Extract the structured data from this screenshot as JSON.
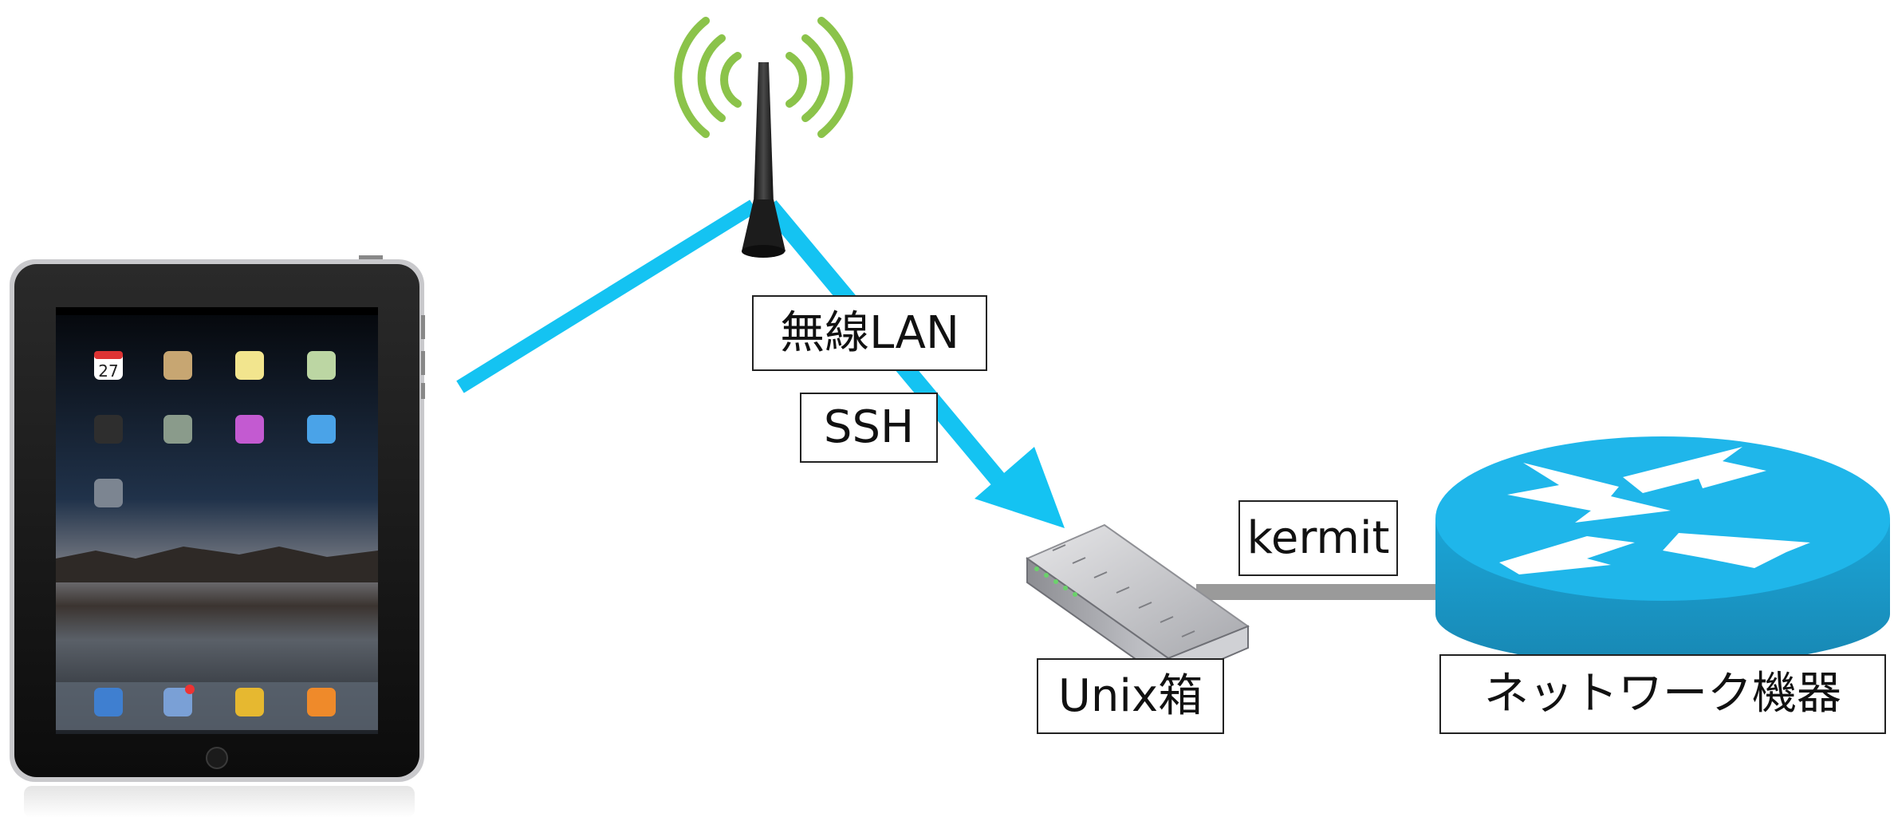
{
  "colors": {
    "link_wireless": "#14c3f2",
    "link_serial": "#9a9a9a",
    "router_top": "#1fb6ea",
    "router_side": "#1ba2d4",
    "antenna_waves": "#8bc34a",
    "antenna_body": "#2b2b2b",
    "label_border": "#222222"
  },
  "labels": {
    "wireless": "無線LAN",
    "ssh": "SSH",
    "kermit": "kermit",
    "unix_box": "Unix箱",
    "network_device": "ネットワーク機器"
  },
  "icons": {
    "tablet": "ipad-icon",
    "antenna": "wifi-antenna-icon",
    "server": "unix-server-box-icon",
    "router": "network-router-icon"
  },
  "ipad": {
    "calendar_day": "27"
  }
}
